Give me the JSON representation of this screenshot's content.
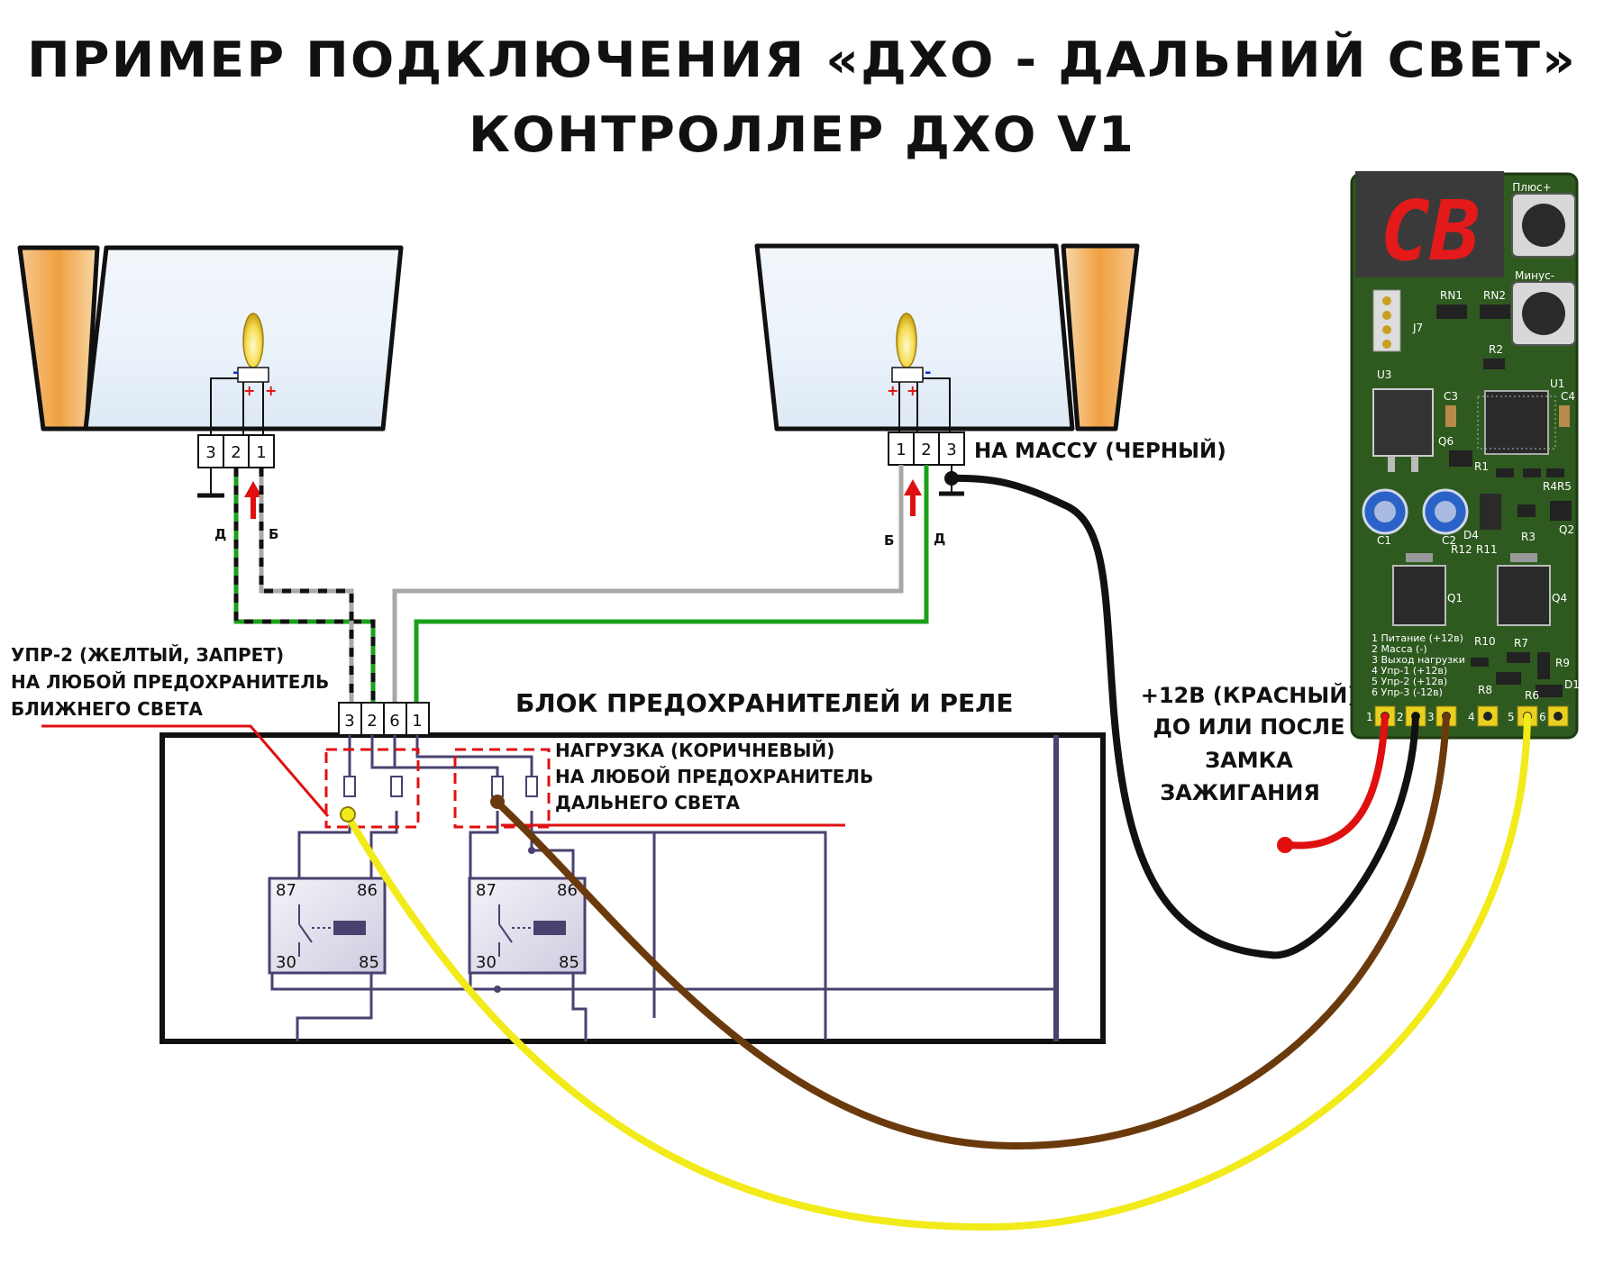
{
  "title": {
    "line1": "ПРИМЕР ПОДКЛЮЧЕНИЯ «ДХО - ДАЛЬНИЙ СВЕТ»",
    "line2": "КОНТРОЛЛЕР ДХО V1"
  },
  "headlights": {
    "left": {
      "pins": [
        "3",
        "2",
        "1"
      ],
      "polarity": [
        "-",
        "+",
        "+"
      ],
      "wire_labels": [
        "Д",
        "Б"
      ]
    },
    "right": {
      "pins": [
        "1",
        "2",
        "3"
      ],
      "polarity": [
        "+",
        "+",
        "-"
      ],
      "wire_labels": [
        "Б",
        "Д"
      ],
      "ground_label": "НА МАССУ (ЧЕРНЫЙ)"
    }
  },
  "fuse_box": {
    "title": "БЛОК ПРЕДОХРАНИТЕЛЕЙ И РЕЛЕ",
    "connector_pins": [
      "3",
      "2",
      "6",
      "1"
    ],
    "relays": [
      {
        "pins": [
          "87",
          "86",
          "30",
          "85"
        ]
      },
      {
        "pins": [
          "87",
          "86",
          "30",
          "85"
        ]
      }
    ]
  },
  "annotations": {
    "upr2": [
      "УПР-2 (ЖЕЛТЫЙ, ЗАПРЕТ)",
      "НА ЛЮБОЙ ПРЕДОХРАНИТЕЛЬ",
      "БЛИЖНЕГО СВЕТА"
    ],
    "load": [
      "НАГРУЗКА (КОРИЧНЕВЫЙ)",
      "НА ЛЮБОЙ ПРЕДОХРАНИТЕЛЬ",
      "ДАЛЬНЕГО СВЕТА"
    ],
    "power": [
      "+12В (КРАСНЫЙ)",
      "ДО ИЛИ ПОСЛЕ",
      "ЗАМКА",
      "ЗАЖИГАНИЯ"
    ]
  },
  "controller": {
    "display": "CB",
    "button_plus": "Плюс+",
    "button_minus": "Минус-",
    "legend": [
      "1 Питание (+12в)",
      "2 Масса (-)",
      "3 Выход нагрузки",
      "4 Упр-1 (+12в)",
      "5 Упр-2 (+12в)",
      "6 Упр-3 (-12в)"
    ],
    "pins": [
      "1",
      "2",
      "3",
      "4",
      "5",
      "6"
    ],
    "parts": [
      "RN1",
      "RN2",
      "J7",
      "R2",
      "U3",
      "U1",
      "C3",
      "C4",
      "Q6",
      "R1",
      "R4R5",
      "C1",
      "C2",
      "D4",
      "R3",
      "Q2",
      "R12",
      "R11",
      "Q1",
      "Q4",
      "R10",
      "R7",
      "R9",
      "R8",
      "R6",
      "D1"
    ]
  },
  "colors": {
    "red": "#e01010",
    "black": "#111111",
    "brown": "#6b3a0c",
    "yellow": "#f2ea19",
    "green": "#1aa01a",
    "gray": "#a8a8a8",
    "pcb": "#2e5a1f",
    "relay_wire": "#4a4170",
    "lamp_amber": "#f0a040"
  }
}
